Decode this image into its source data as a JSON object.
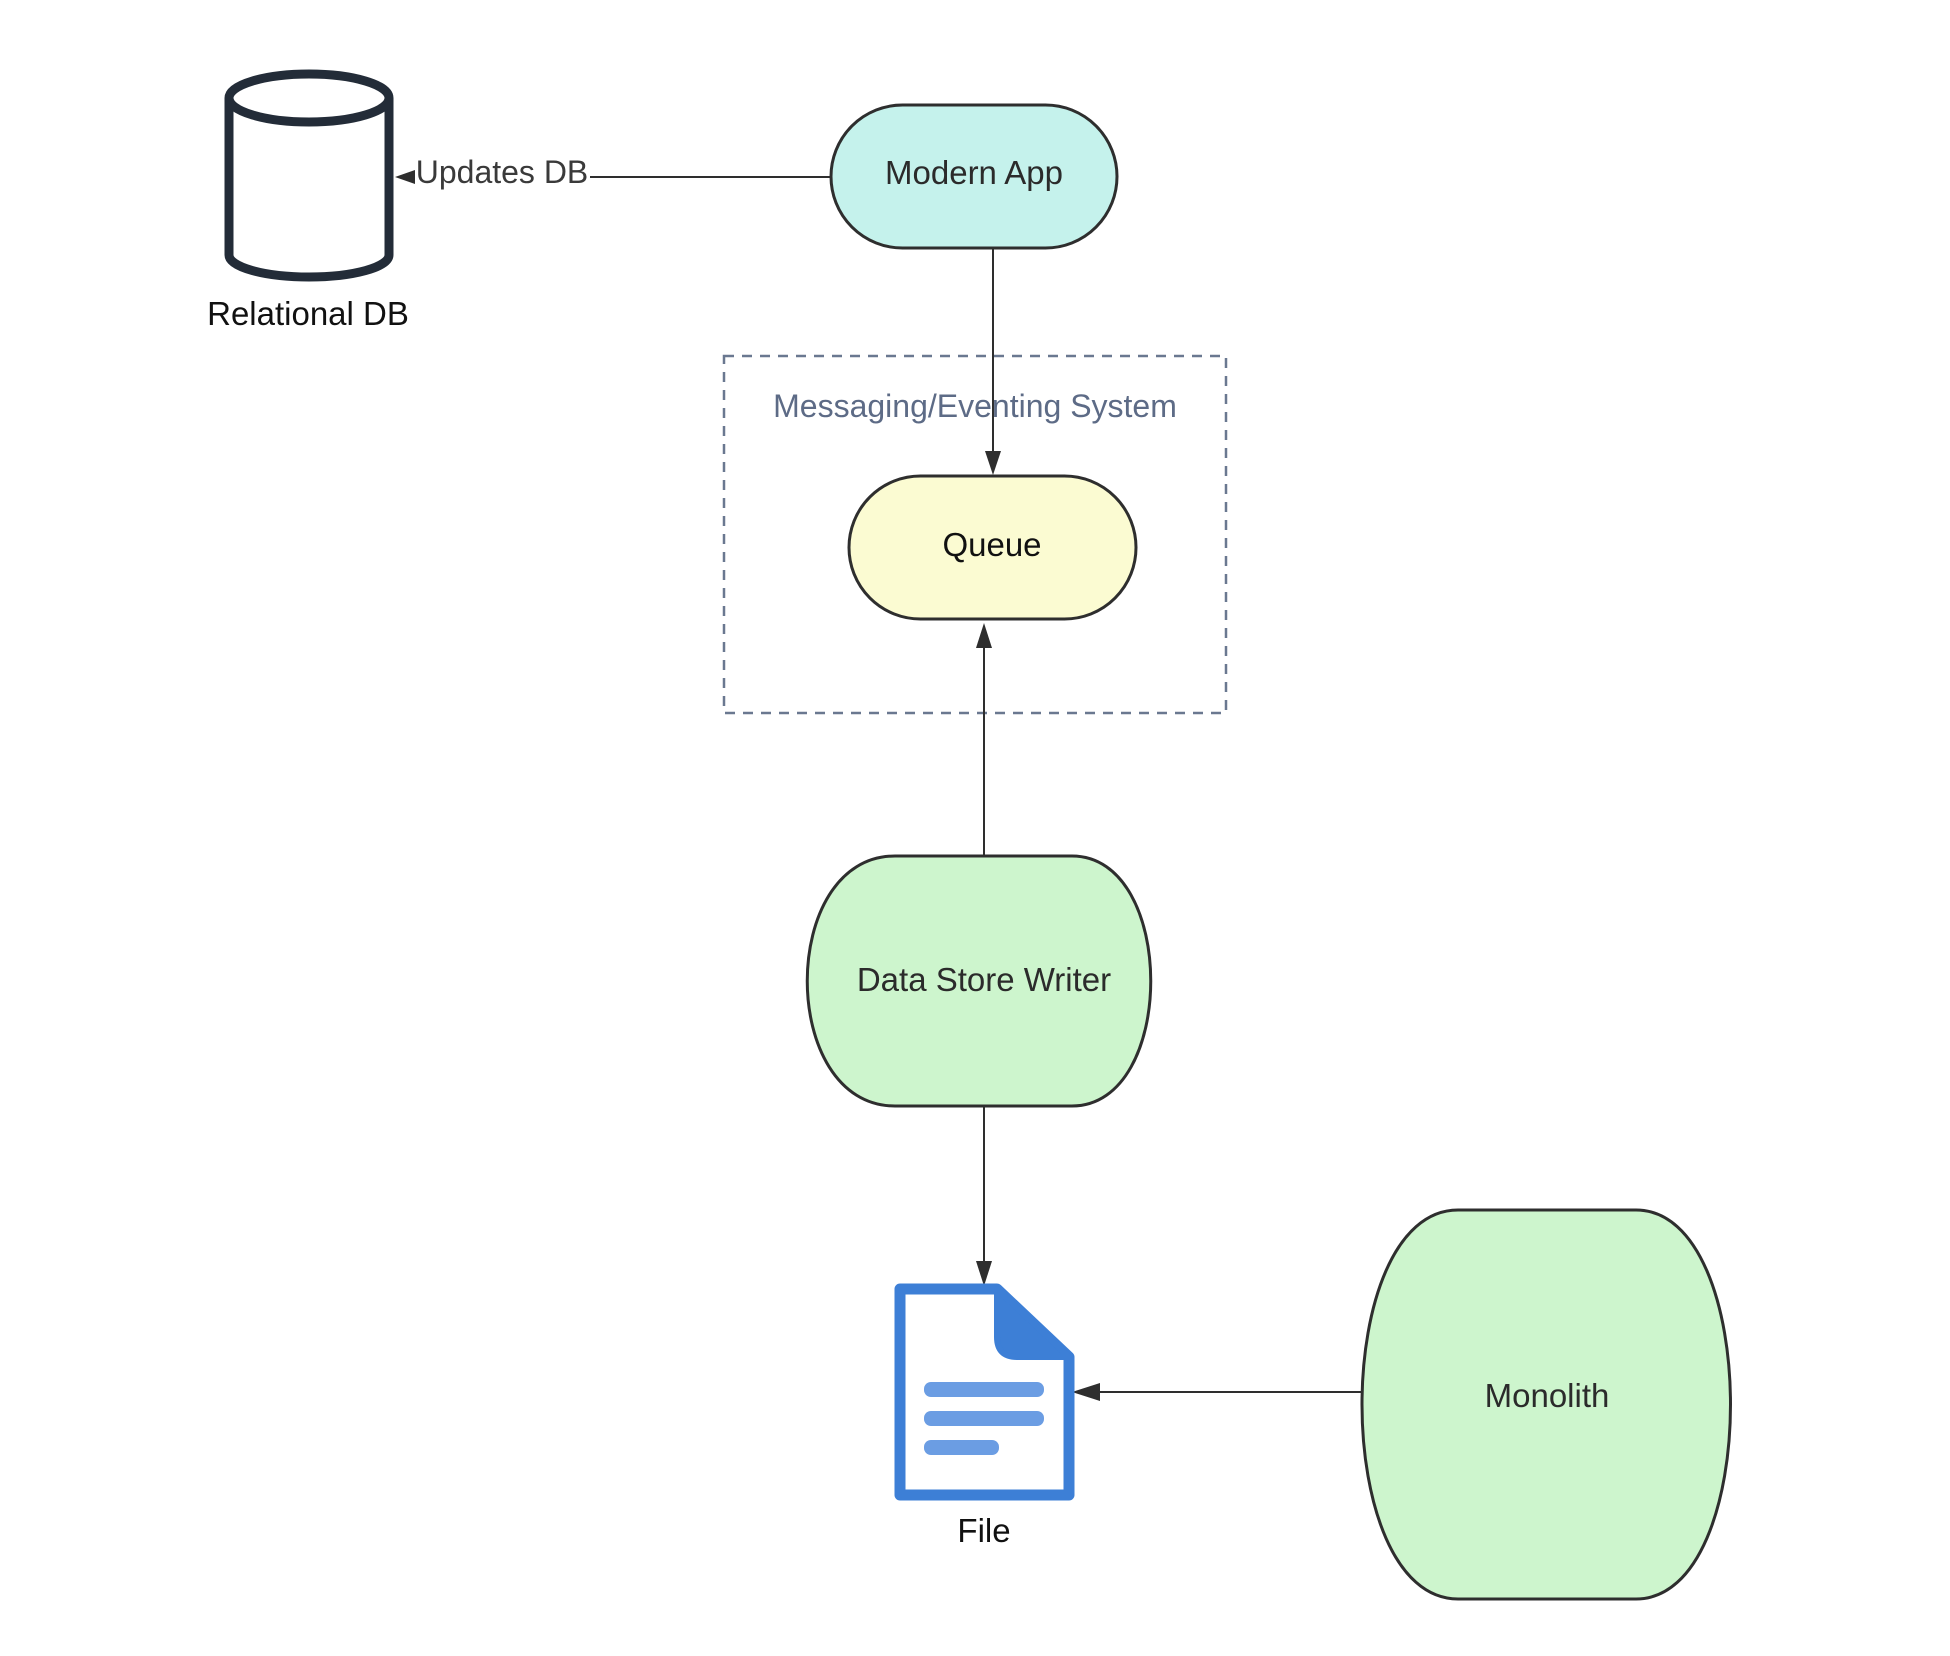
{
  "diagram": {
    "nodes": {
      "relational_db": {
        "label": "Relational DB"
      },
      "modern_app": {
        "label": "Modern App",
        "fill": "#c5f2ec"
      },
      "queue": {
        "label": "Queue",
        "fill": "#fbfbd2"
      },
      "data_store_writer": {
        "label": "Data Store Writer",
        "fill": "#cdf5cd"
      },
      "file": {
        "label": "File"
      },
      "monolith": {
        "label": "Monolith",
        "fill": "#cdf5cd"
      }
    },
    "containers": {
      "messaging": {
        "label": "Messaging/Eventing System"
      }
    },
    "edges": {
      "updates_db": {
        "label": "Updates DB"
      }
    },
    "colors": {
      "stroke": "#2e2e2e",
      "db_stroke": "#232c38",
      "container_stroke": "#6a7890",
      "file_blue": "#3d7fd6",
      "file_line_blue": "#6b9de3"
    }
  }
}
